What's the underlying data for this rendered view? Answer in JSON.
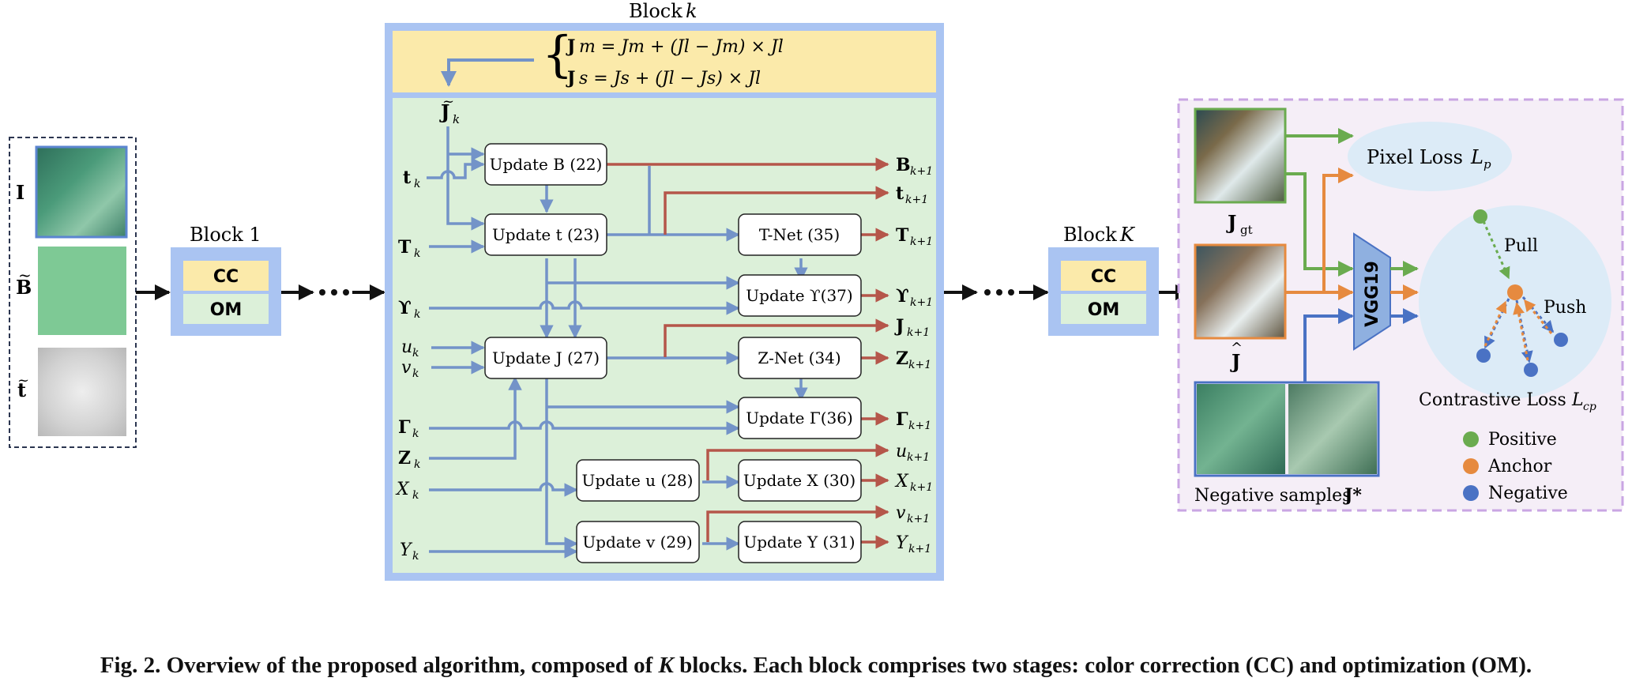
{
  "input": {
    "labels": [
      "I",
      "B",
      "t"
    ],
    "tildes": [
      "~",
      "~"
    ]
  },
  "block1": {
    "title": "Block 1",
    "cc": "CC",
    "om": "OM"
  },
  "blockk": {
    "title": "Block",
    "title_var": "k",
    "eq1_lhs": "J",
    "eq1": "m = Jm + (Jl − Jm) × Jl",
    "eq2": "s = Js + (Jl − Js) × Jl",
    "jk": "J",
    "jk_sub": "k",
    "inputs": [
      {
        "name": "t",
        "sub": "k"
      },
      {
        "name": "T",
        "sub": "k"
      },
      {
        "name": "ϒ",
        "sub": "k"
      },
      {
        "name": "u",
        "sub": "k"
      },
      {
        "name": "v",
        "sub": "k"
      },
      {
        "name": "Γ",
        "sub": "k"
      },
      {
        "name": "Z",
        "sub": "k"
      },
      {
        "name": "X",
        "sub": "k"
      },
      {
        "name": "Y",
        "sub": "k"
      }
    ],
    "outputs": [
      {
        "name": "B",
        "sub": "k+1"
      },
      {
        "name": "t",
        "sub": "k+1"
      },
      {
        "name": "T",
        "sub": "k+1"
      },
      {
        "name": "ϒ",
        "sub": "k+1"
      },
      {
        "name": "J",
        "sub": "k+1"
      },
      {
        "name": "Z",
        "sub": "k+1"
      },
      {
        "name": "Γ",
        "sub": "k+1"
      },
      {
        "name": "u",
        "sub": "k+1"
      },
      {
        "name": "X",
        "sub": "k+1"
      },
      {
        "name": "v",
        "sub": "k+1"
      },
      {
        "name": "Y",
        "sub": "k+1"
      }
    ],
    "modules": {
      "updB": "Update B (22)",
      "updt": "Update t (23)",
      "tnet": "T-Net (35)",
      "updY": "Update ϒ(37)",
      "updJ": "Update J (27)",
      "znet": "Z-Net (34)",
      "updG": "Update Γ(36)",
      "updu": "Update u (28)",
      "updX": "Update X (30)",
      "updv": "Update v (29)",
      "updYY": "Update Y (31)"
    }
  },
  "blockK": {
    "title": "Block",
    "title_var": "K",
    "cc": "CC",
    "om": "OM"
  },
  "loss": {
    "jgt": "J",
    "jgt_sub": "gt",
    "jhat": "J",
    "vgg": "VGG19",
    "pixel_loss": "Pixel Loss",
    "pixel_var": "L",
    "pixel_sub": "p",
    "pull": "Pull",
    "push": "Push",
    "contrastive": "Contrastive Loss",
    "contrastive_var": "L",
    "contrastive_sub": "cp",
    "negatives": "Negative samples",
    "neg_var": "J*",
    "legend": [
      {
        "label": "Positive",
        "color": "#6aab4f"
      },
      {
        "label": "Anchor",
        "color": "#e68a3f"
      },
      {
        "label": "Negative",
        "color": "#4a72c4"
      }
    ]
  },
  "colors": {
    "blue_arrow": "#7393c8",
    "red_arrow": "#b5564a",
    "green_bg": "#dcf0d9",
    "yellow_bg": "#fbeaaa",
    "frame_blue": "#aac4f2",
    "loss_bg": "#f5eef7",
    "loss_border": "#c9a6e3"
  },
  "caption": {
    "prefix": "Fig. 2. Overview of the proposed algorithm, composed of",
    "var": "K",
    "suffix": "blocks. Each block comprises two stages: color correction (CC) and optimization (OM)."
  }
}
